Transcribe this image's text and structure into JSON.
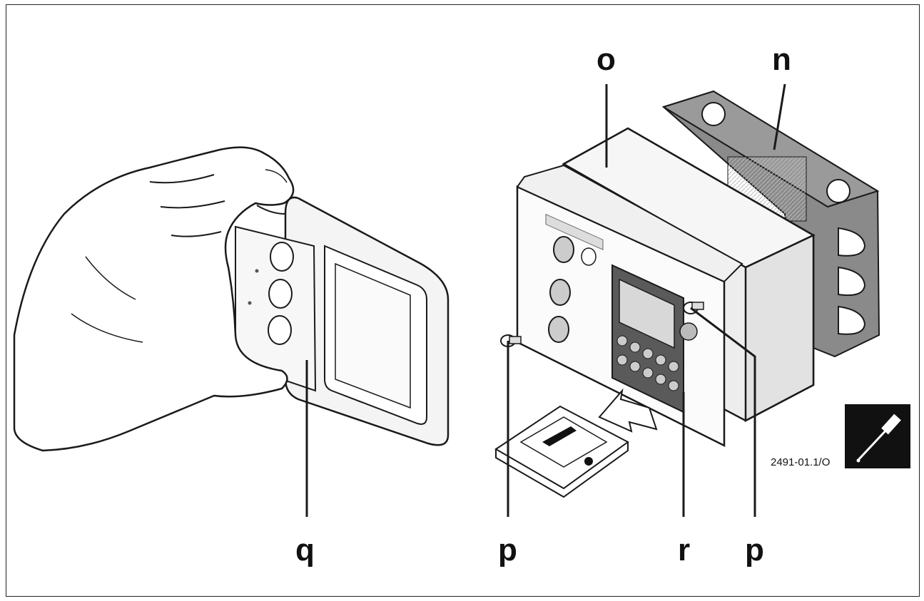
{
  "callouts": {
    "o": "o",
    "n": "n",
    "q": "q",
    "p_left": "p",
    "r": "r",
    "p_right": "p"
  },
  "reference_code": "2491-01.1/O",
  "icons": {
    "tool": "screwdriver-icon"
  },
  "colors": {
    "line": "#1a1a1a",
    "housing_light": "#ececec",
    "housing_dark": "#7a7a7a",
    "display_panel": "#555555",
    "tool_badge": "#111111"
  }
}
